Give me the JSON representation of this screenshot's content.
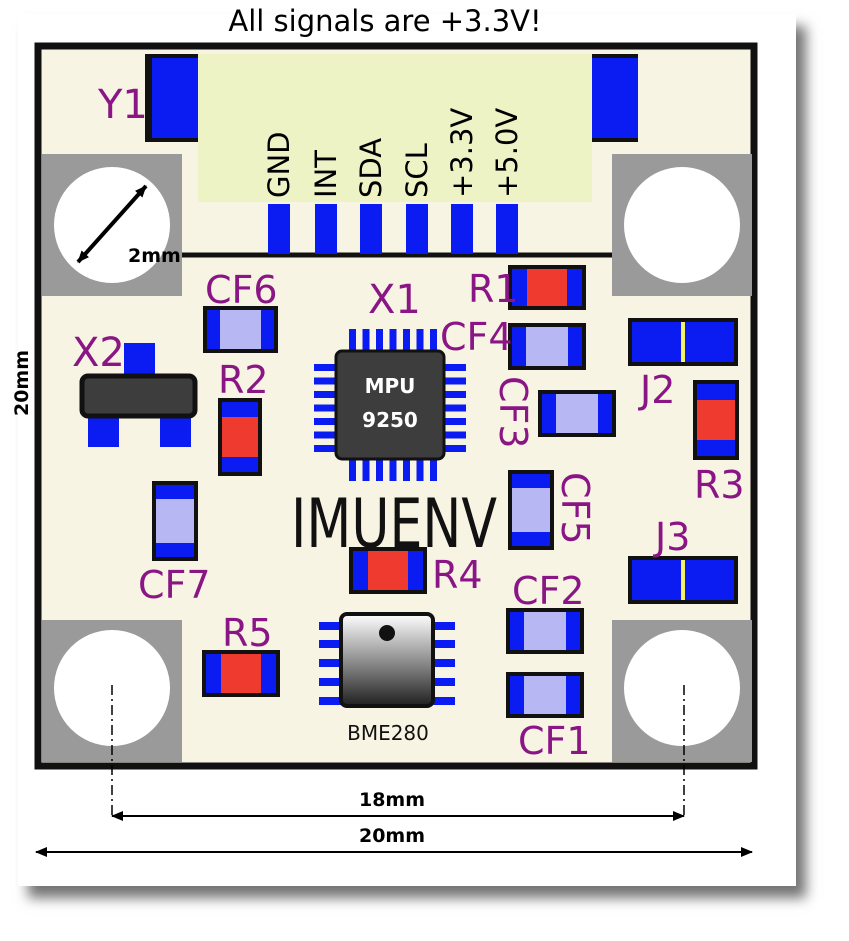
{
  "header": {
    "note": "All signals are +3.3V!"
  },
  "colors": {
    "board": "#f8f4e3",
    "outline": "#111111",
    "pad_blue": "#0b1cf2",
    "resistor_red": "#ef3a2f",
    "cap_lavender": "#b7b7f3",
    "jumper_yellow": "#f2f26a",
    "connector_green": "#eef3c6",
    "label_purple": "#8a1585",
    "hole_grey": "#9a9a9a",
    "chip_dark": "#3d3d3d"
  },
  "connector": {
    "ref": "Y1",
    "pins": [
      "GND",
      "INT",
      "SDA",
      "SCL",
      "+3.3V",
      "+5.0V"
    ]
  },
  "chip": {
    "ref": "X1",
    "line1": "MPU",
    "line2": "9250"
  },
  "transistor": {
    "ref": "X2"
  },
  "sensor": {
    "name": "BME280"
  },
  "board_title": "IMUENV",
  "components": {
    "r1": "R1",
    "r2": "R2",
    "r3": "R3",
    "r4": "R4",
    "r5": "R5",
    "cf1": "CF1",
    "cf2": "CF2",
    "cf3": "CF3",
    "cf4": "CF4",
    "cf5": "CF5",
    "cf6": "CF6",
    "cf7": "CF7",
    "j2": "J2",
    "j3": "J3"
  },
  "dimensions": {
    "hole_diameter": "2mm",
    "hole_spacing": "18mm",
    "board_width": "20mm",
    "board_height": "20mm"
  }
}
